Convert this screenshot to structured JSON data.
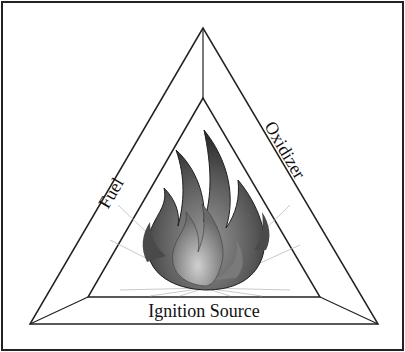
{
  "diagram": {
    "labels": [
      "Fuel",
      "Oxidizer",
      "Ignition Source"
    ]
  }
}
